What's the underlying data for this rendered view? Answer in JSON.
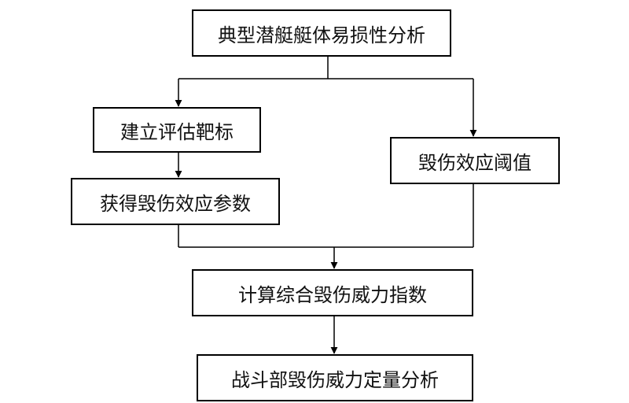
{
  "diagram": {
    "nodes": [
      {
        "id": "n1",
        "label": "典型潜艇艇体易损性分析"
      },
      {
        "id": "n2",
        "label": "建立评估靶标"
      },
      {
        "id": "n3",
        "label": "获得毁伤效应参数"
      },
      {
        "id": "n4",
        "label": "毁伤效应阈值"
      },
      {
        "id": "n5",
        "label": "计算综合毁伤威力指数"
      },
      {
        "id": "n6",
        "label": "战斗部毁伤威力定量分析"
      }
    ],
    "edges": [
      {
        "from": "n1",
        "to": "n2"
      },
      {
        "from": "n1",
        "to": "n4"
      },
      {
        "from": "n2",
        "to": "n3"
      },
      {
        "from": "n3",
        "to": "n5"
      },
      {
        "from": "n4",
        "to": "n5"
      },
      {
        "from": "n5",
        "to": "n6"
      }
    ]
  }
}
